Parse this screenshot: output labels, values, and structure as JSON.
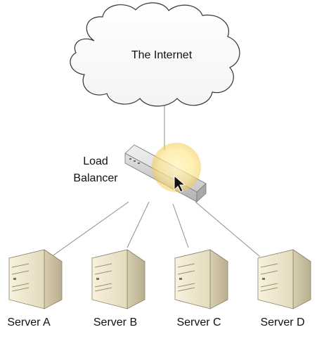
{
  "internet": {
    "label": "The Internet"
  },
  "load_balancer": {
    "label_line1": "Load",
    "label_line2": "Balancer"
  },
  "servers": [
    {
      "label": "Server A"
    },
    {
      "label": "Server B"
    },
    {
      "label": "Server C"
    },
    {
      "label": "Server D"
    }
  ],
  "colors": {
    "line": "#8f8f8f",
    "cloud_stroke": "#333333",
    "server_front": "#efe8d2",
    "server_side": "#cdc3a4",
    "highlight": "#ffe680"
  }
}
